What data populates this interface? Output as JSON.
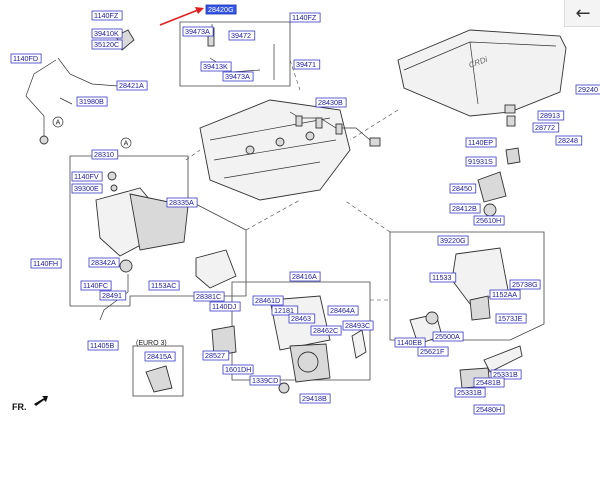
{
  "toolbar": {
    "back_icon": "arrow-left-icon",
    "back_glyph": "←"
  },
  "orientation_label": "FR.",
  "callouts": {
    "a_top": "A",
    "a_bottom": "A"
  },
  "euro_box": "(EURO 3)",
  "highlight_color": "#3557e6",
  "parts": [
    "1140FZ",
    "28420G",
    "1140FZ",
    "39410K",
    "35120C",
    "39473A",
    "39472",
    "1140FD",
    "39413K",
    "39473A",
    "39471",
    "28421A",
    "31980B",
    "28430B",
    "28310",
    "1140FV",
    "39300E",
    "28335A",
    "1140FH",
    "28342A",
    "1140FC",
    "1153AC",
    "28491",
    "28381C",
    "1140DJ",
    "28416A",
    "28461D",
    "12181",
    "28463",
    "28464A",
    "28462C",
    "28493C",
    "11405B",
    "28415A",
    "28527",
    "1601DH",
    "1339CD",
    "29418B",
    "29240",
    "28913",
    "28772",
    "28248",
    "1140EP",
    "91931S",
    "28450",
    "28412B",
    "25610H",
    "39220G",
    "11533",
    "25738G",
    "1152AA",
    "1573JE",
    "25500A",
    "25621F",
    "1140EB",
    "25331B",
    "25481B",
    "25331B",
    "25480H"
  ]
}
